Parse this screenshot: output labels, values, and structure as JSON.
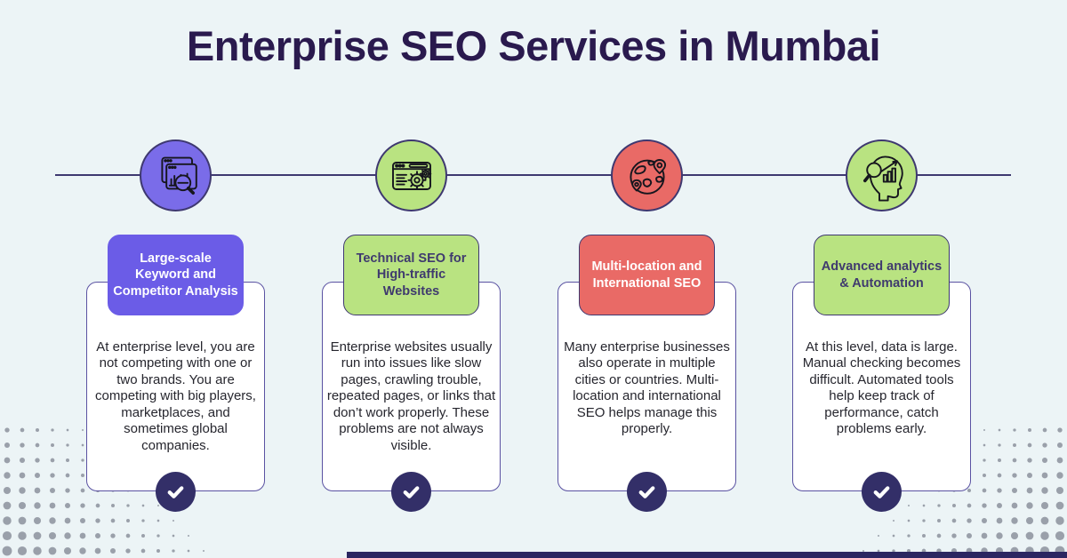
{
  "title": "Enterprise SEO Services in Mumbai",
  "theme": {
    "background": "#ecf4f6",
    "title_color": "#2a1a4e",
    "line_color": "#3e3870",
    "card_border": "#5a52a2",
    "card_bg": "#ffffff",
    "body_text_color": "#26262e",
    "check_circle_color": "#332f68",
    "check_mark_color": "#ffffff",
    "dots_color": "#9aa0aa",
    "bottom_bar_color": "#2b2661"
  },
  "columns": [
    {
      "id": "keyword-competitor-analysis",
      "icon": "browser-analytics-magnifier-icon",
      "heading": "Large-scale Keyword and Competitor Analysis",
      "body": "At enterprise level, you are not competing with one or two brands. You are competing with big players, marketplaces, and sometimes global companies.",
      "colors": {
        "circle": "#7a6ce9",
        "badge_bg": "#6b5ce7",
        "badge_text": "#ffffff",
        "badge_border": "#6b5ce7"
      }
    },
    {
      "id": "technical-seo-high-traffic",
      "icon": "browser-gears-icon",
      "heading": "Technical SEO for High-traffic Websites",
      "body": "Enterprise websites usually run into issues like slow pages, crawling trouble, repeated pages, or links that don’t work properly. These problems are not always visible.",
      "colors": {
        "circle": "#b9e381",
        "badge_bg": "#b9e381",
        "badge_text": "#3f3a6e",
        "badge_border": "#3e3870"
      }
    },
    {
      "id": "multi-location-international-seo",
      "icon": "globe-location-pins-icon",
      "heading": "Multi-location and International SEO",
      "body": "Many enterprise businesses also operate in multiple cities or countries. Multi-location and international SEO helps manage this properly.",
      "colors": {
        "circle": "#e96a66",
        "badge_bg": "#e96a66",
        "badge_text": "#ffffff",
        "badge_border": "#3e3870"
      }
    },
    {
      "id": "advanced-analytics-automation",
      "icon": "head-analytics-magnifier-icon",
      "heading": "Advanced analytics & Automation",
      "body": "At this level, data is large. Manual checking becomes difficult. Automated tools help keep track of performance, catch problems early.",
      "colors": {
        "circle": "#b9e381",
        "badge_bg": "#b9e381",
        "badge_text": "#3f3a6e",
        "badge_border": "#3e3870"
      }
    }
  ]
}
